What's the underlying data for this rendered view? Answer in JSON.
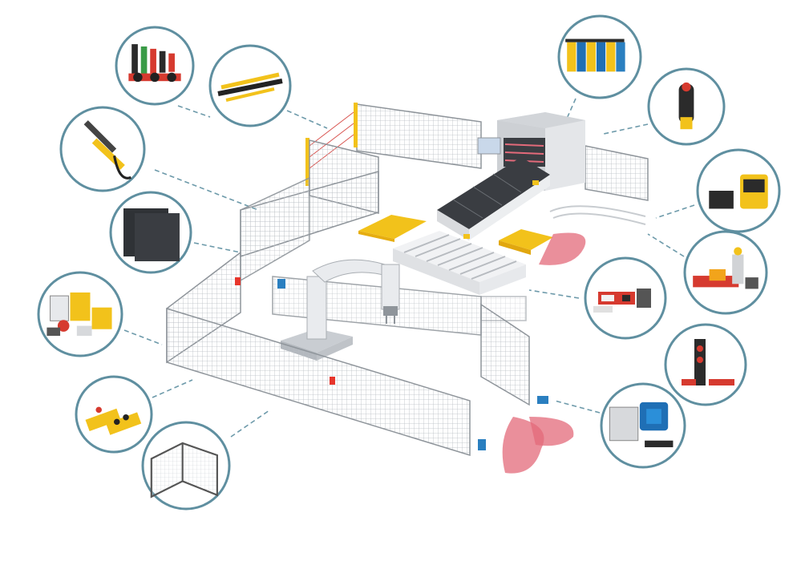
{
  "diagram": {
    "scene": "robot-work-cell-safety-components",
    "colors": {
      "ring": "#5f8fa0",
      "connector": "#6d9aaa",
      "fence": "#8f959b",
      "yellow": "#f2c21b",
      "zone": "#e36a7a",
      "blue": "#2a7fc0",
      "machine": "#e4e6e9",
      "belt": "#3a3d42"
    },
    "bubbles": [
      {
        "id": "signal-towers",
        "icon": "signal-tower-icon"
      },
      {
        "id": "safety-light-grid",
        "icon": "light-grid-icon"
      },
      {
        "id": "safety-light-curtain",
        "icon": "light-curtain-icon"
      },
      {
        "id": "safety-mat",
        "icon": "safety-mat-icon"
      },
      {
        "id": "safety-controllers",
        "icon": "controller-module-icon"
      },
      {
        "id": "push-button-stations",
        "icon": "control-station-icon"
      },
      {
        "id": "machine-guarding-fence",
        "icon": "fence-panel-icon"
      },
      {
        "id": "safety-relays",
        "icon": "relay-module-icon"
      },
      {
        "id": "enabling-switch",
        "icon": "enabling-switch-icon"
      },
      {
        "id": "laser-scanners",
        "icon": "laser-scanner-icon"
      },
      {
        "id": "interlock-switches",
        "icon": "interlock-switch-icon"
      },
      {
        "id": "door-switches",
        "icon": "door-switch-icon"
      },
      {
        "id": "coded-safety-sensors",
        "icon": "coded-sensor-icon"
      },
      {
        "id": "scanner-with-controller",
        "icon": "scanner-controller-icon"
      }
    ]
  }
}
